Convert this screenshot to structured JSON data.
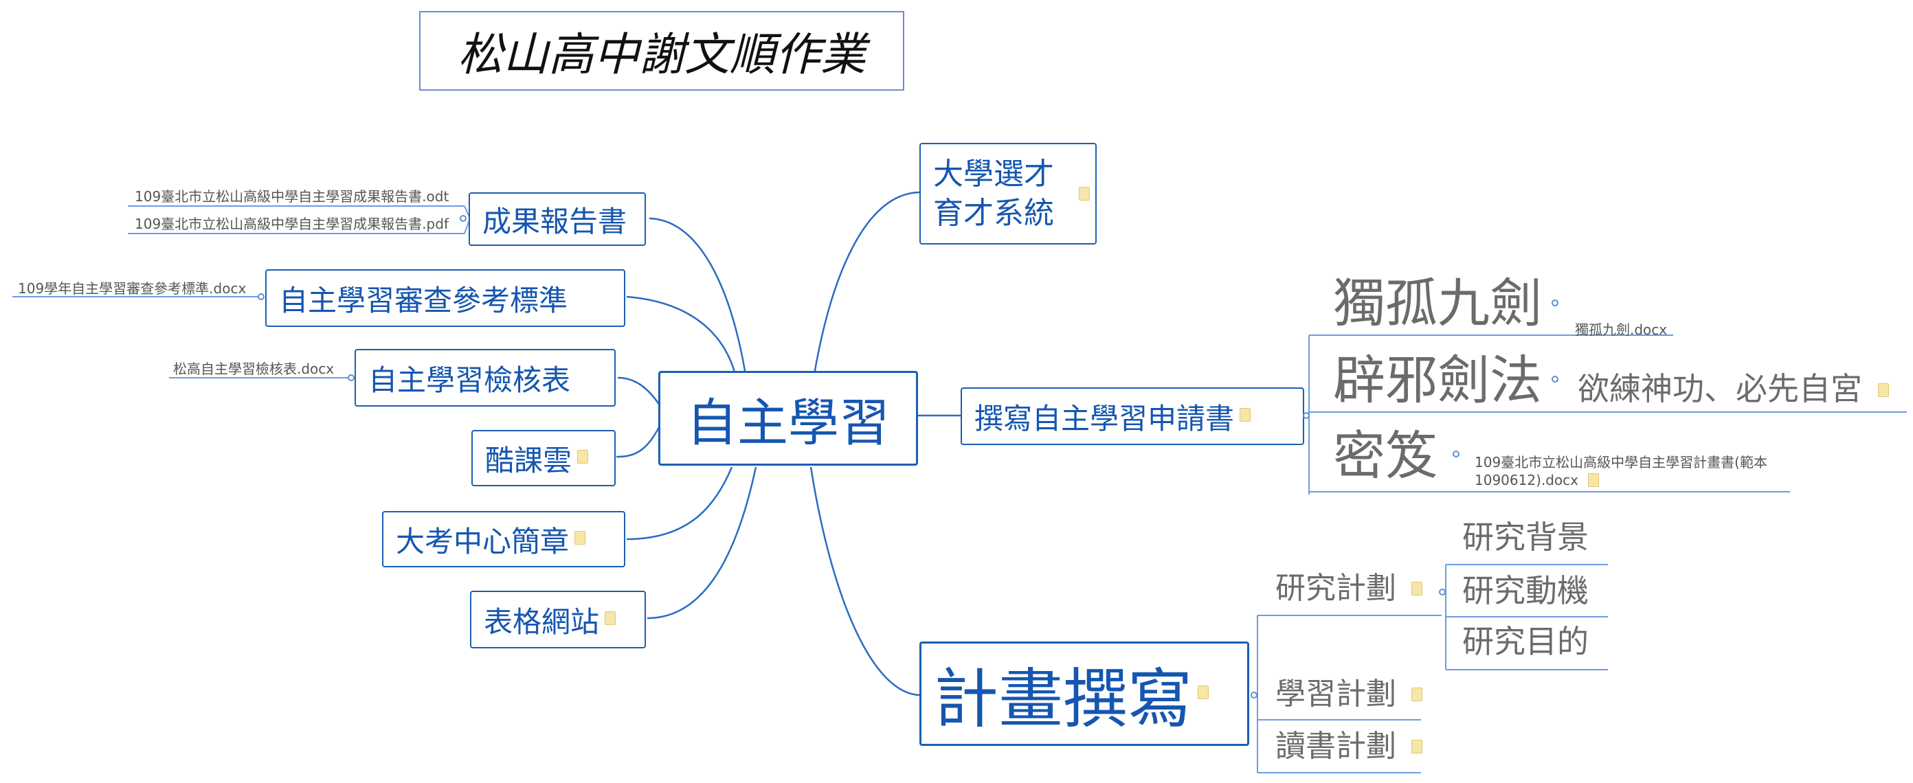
{
  "title": "松山高中謝文順作業",
  "central": "自主學習",
  "left_branches": {
    "report": "成果報告書",
    "report_files": [
      "109臺北市立松山高級中學自主學習成果報告書.odt",
      "109臺北市立松山高級中學自主學習成果報告書.pdf"
    ],
    "review": "自主學習審查參考標準",
    "review_file": "109學年自主學習審查參考標準.docx",
    "checklist": "自主學習檢核表",
    "checklist_file": "松高自主學習檢核表.docx",
    "cool_class": "酷課雲",
    "ceec": "大考中心簡章",
    "forms": "表格網站"
  },
  "right_branches": {
    "univ": [
      "大學選才",
      "育才系統"
    ],
    "apply": "撰寫自主學習申請書",
    "apply_children": {
      "dugu": "獨孤九劍",
      "dugu_file": "獨孤九劍.docx",
      "bixie": "辟邪劍法",
      "bixie_note": "欲練神功、必先自宮",
      "miji": "密笈",
      "miji_file": "109臺北市立松山高級中學自主學習計畫書(範本 1090612).docx"
    },
    "plan": "計畫撰寫",
    "plan_children": {
      "research": "研究計劃",
      "research_items": [
        "研究背景",
        "研究動機",
        "研究目的"
      ],
      "study": "學習計劃",
      "reading": "讀書計劃"
    }
  },
  "colors": {
    "node_border": "#1a5fb4",
    "node_text": "#1556b0",
    "link": "#2a6bc4",
    "plain_text": "#6b6b6b"
  }
}
